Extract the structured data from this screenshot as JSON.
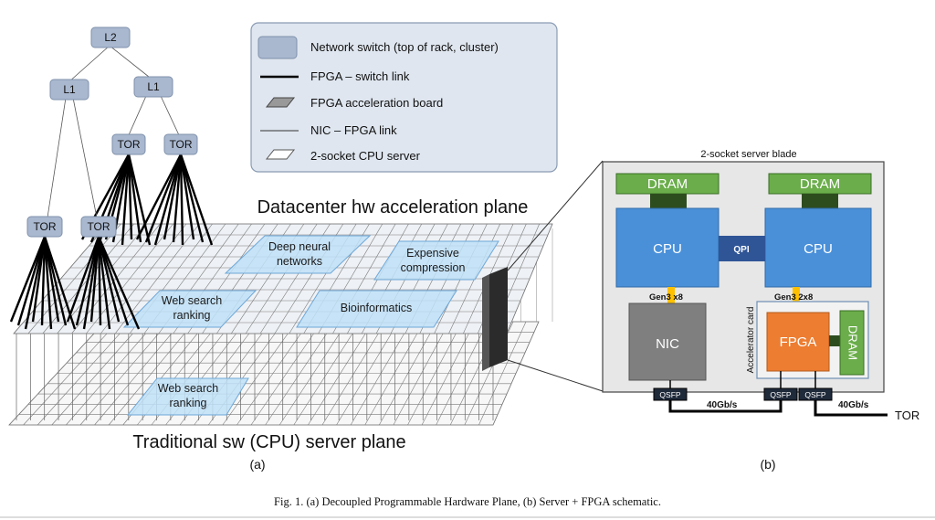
{
  "panel_a": {
    "tree": {
      "l2": "L2",
      "l1_left": "L1",
      "l1_right": "L1",
      "tor": "TOR"
    },
    "hw_plane_title": "Datacenter hw acceleration plane",
    "sw_plane_title": "Traditional sw (CPU) server plane",
    "regions": {
      "deep_neural_1": "Deep neural",
      "deep_neural_2": "networks",
      "expensive_1": "Expensive",
      "expensive_2": "compression",
      "web_search_1": "Web search",
      "web_search_2": "ranking",
      "bioinformatics": "Bioinformatics",
      "web_search_low_1": "Web search",
      "web_search_low_2": "ranking"
    },
    "caption_letter": "(a)"
  },
  "legend": {
    "network_switch": "Network switch (top of rack, cluster)",
    "fpga_switch_link": "FPGA – switch link",
    "fpga_board": "FPGA acceleration board",
    "nic_fpga_link": "NIC – FPGA link",
    "cpu_server": "2-socket CPU server"
  },
  "panel_b": {
    "blade_title": "2-socket server blade",
    "dram": "DRAM",
    "cpu": "CPU",
    "qpi": "QPI",
    "gen3_x8": "Gen3 x8",
    "gen3_2x8": "Gen3 2x8",
    "nic": "NIC",
    "fpga": "FPGA",
    "accelerator_card": "Accelerator card",
    "qsfp": "QSFP",
    "speed": "40Gb/s",
    "tor": "TOR",
    "caption_letter": "(b)"
  },
  "caption": "Fig. 1.  (a) Decoupled Programmable Hardware Plane, (b) Server + FPGA schematic.",
  "colors": {
    "switch": "#a9b8cf",
    "region": "#bfe0f7",
    "cpu": "#4a90d9",
    "dram": "#6aad4a",
    "fpga": "#ed7d31",
    "nic": "#7f7f7f",
    "qpi": "#2f5597",
    "gen_link": "#ffc000"
  }
}
